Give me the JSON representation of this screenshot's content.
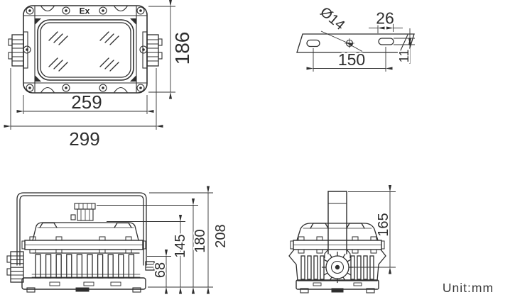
{
  "unit_label": "Unit:mm",
  "front_view": {
    "ex_mark": "Ex",
    "dim_height": "186",
    "dim_body_width": "259",
    "dim_overall_width": "299"
  },
  "bracket_view": {
    "dim_hole_diameter": "Ø14",
    "dim_slot_length": "26",
    "dim_hole_spacing": "150",
    "dim_slot_width": "11"
  },
  "side_view": {
    "dim_heatsink_height": "68",
    "dim_body_height": "145",
    "dim_height_with_box": "180",
    "dim_overall_height": "208"
  },
  "end_view": {
    "dim_bracket_height": "165"
  }
}
